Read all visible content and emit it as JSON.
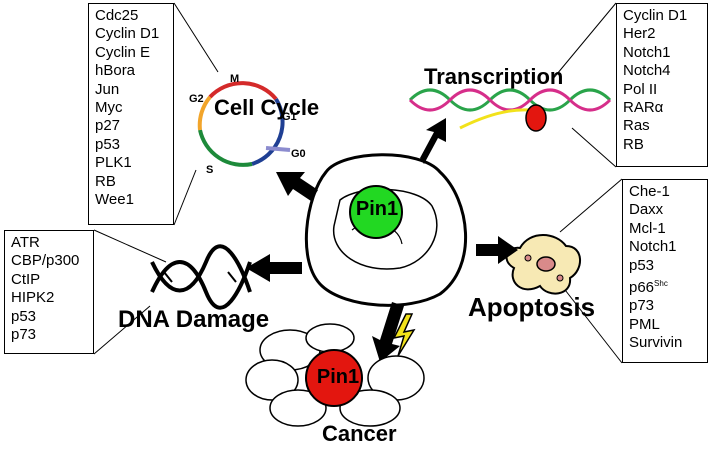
{
  "nodes": {
    "cell_cycle": {
      "title": "Cell Cycle",
      "phases": {
        "m": "M",
        "g1": "G1",
        "g0": "G0",
        "s": "S",
        "g2": "G2"
      },
      "targets": [
        "Cdc25",
        "Cyclin D1",
        "Cyclin E",
        "hBora",
        "Jun",
        "Myc",
        "p27",
        "p53",
        "PLK1",
        "RB",
        "Wee1"
      ]
    },
    "transcription": {
      "title": "Transcription",
      "targets": [
        "Cyclin D1",
        "Her2",
        "Notch1",
        "Notch4",
        "Pol II",
        "RARα",
        "Ras",
        "RB"
      ]
    },
    "dna_damage": {
      "title": "DNA Damage",
      "targets": [
        "ATR",
        "CBP/p300",
        "CtIP",
        "HIPK2",
        "p53",
        "p73"
      ]
    },
    "apoptosis": {
      "title": "Apoptosis",
      "targets": [
        "Che-1",
        "Daxx",
        "Mcl-1",
        "Notch1",
        "p53",
        "p66",
        "p73",
        "PML",
        "Survivin"
      ],
      "p66_superscript": "Shc"
    },
    "cancer": {
      "title": "Cancer"
    }
  },
  "center": {
    "label": "Pin1",
    "color": "#22d822"
  },
  "cancer_pin": {
    "label": "Pin1",
    "color": "#e3160f"
  },
  "colors": {
    "phase_m": "#d42a2a",
    "phase_g1": "#1f3f93",
    "phase_s": "#1d8a3a",
    "phase_g2": "#f2a52b",
    "lightning": "#f2e21b"
  }
}
